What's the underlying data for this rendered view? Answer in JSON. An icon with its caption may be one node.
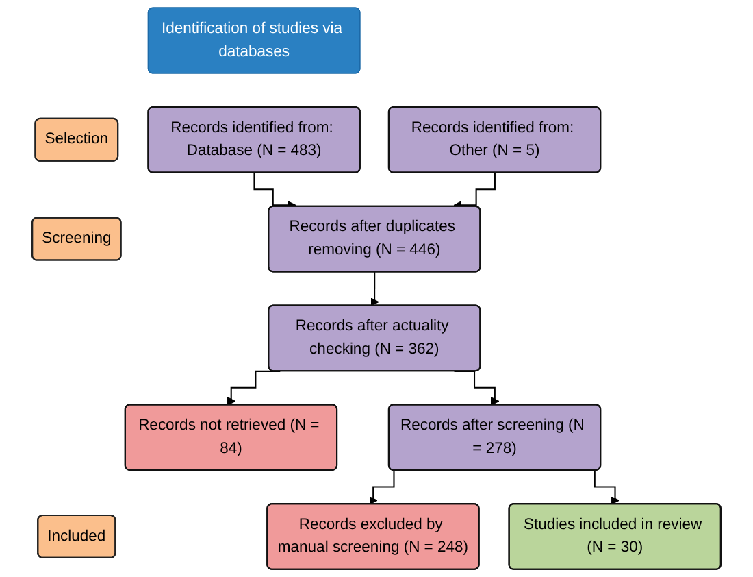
{
  "diagram": {
    "nodes": [
      {
        "text": [
          "Identification of studies via databases"
        ]
      },
      {
        "text": [
          "Selection"
        ]
      },
      {
        "text": [
          "Records identified from: Database (N = 483)"
        ]
      },
      {
        "text": [
          "Records identified from: Other (N = 5)"
        ]
      },
      {
        "text": [
          "Screening"
        ]
      },
      {
        "text": [
          "Records after duplicates removing (N = 446)"
        ]
      },
      {
        "text": [
          "Records after actuality checking (N = 362)"
        ]
      },
      {
        "text": [
          "Records not retrieved (N = 84)"
        ]
      },
      {
        "text": [
          "Records after screening (N = 278)"
        ]
      },
      {
        "text": [
          "Records excluded by manual screening (N = 248)"
        ]
      },
      {
        "text": [
          "Included"
        ]
      },
      {
        "text": [
          "Studies included in review (N = 30)"
        ]
      }
    ],
    "edges": [
      {
        "from": 2,
        "to": 5,
        "arrow": "to"
      },
      {
        "from": 3,
        "to": 5,
        "arrow": "to"
      },
      {
        "from": 5,
        "to": 6,
        "arrow": "to"
      },
      {
        "from": 6,
        "to": 7,
        "arrow": "to"
      },
      {
        "from": 6,
        "to": 8,
        "arrow": "to"
      },
      {
        "from": 8,
        "to": 9,
        "arrow": "to"
      },
      {
        "from": 8,
        "to": 11,
        "arrow": "to"
      }
    ]
  }
}
